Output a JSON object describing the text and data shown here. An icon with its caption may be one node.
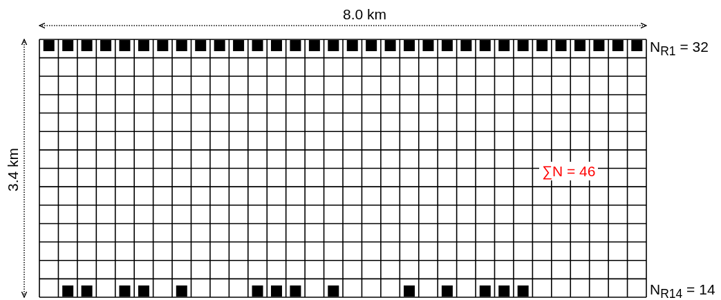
{
  "diagram": {
    "labels": [
      "8.0 km",
      "3.4 km",
      "N$_{R1}$ = 32",
      "∑N = 46",
      "N$_{R14}$ = 14"
    ]
  }
}
